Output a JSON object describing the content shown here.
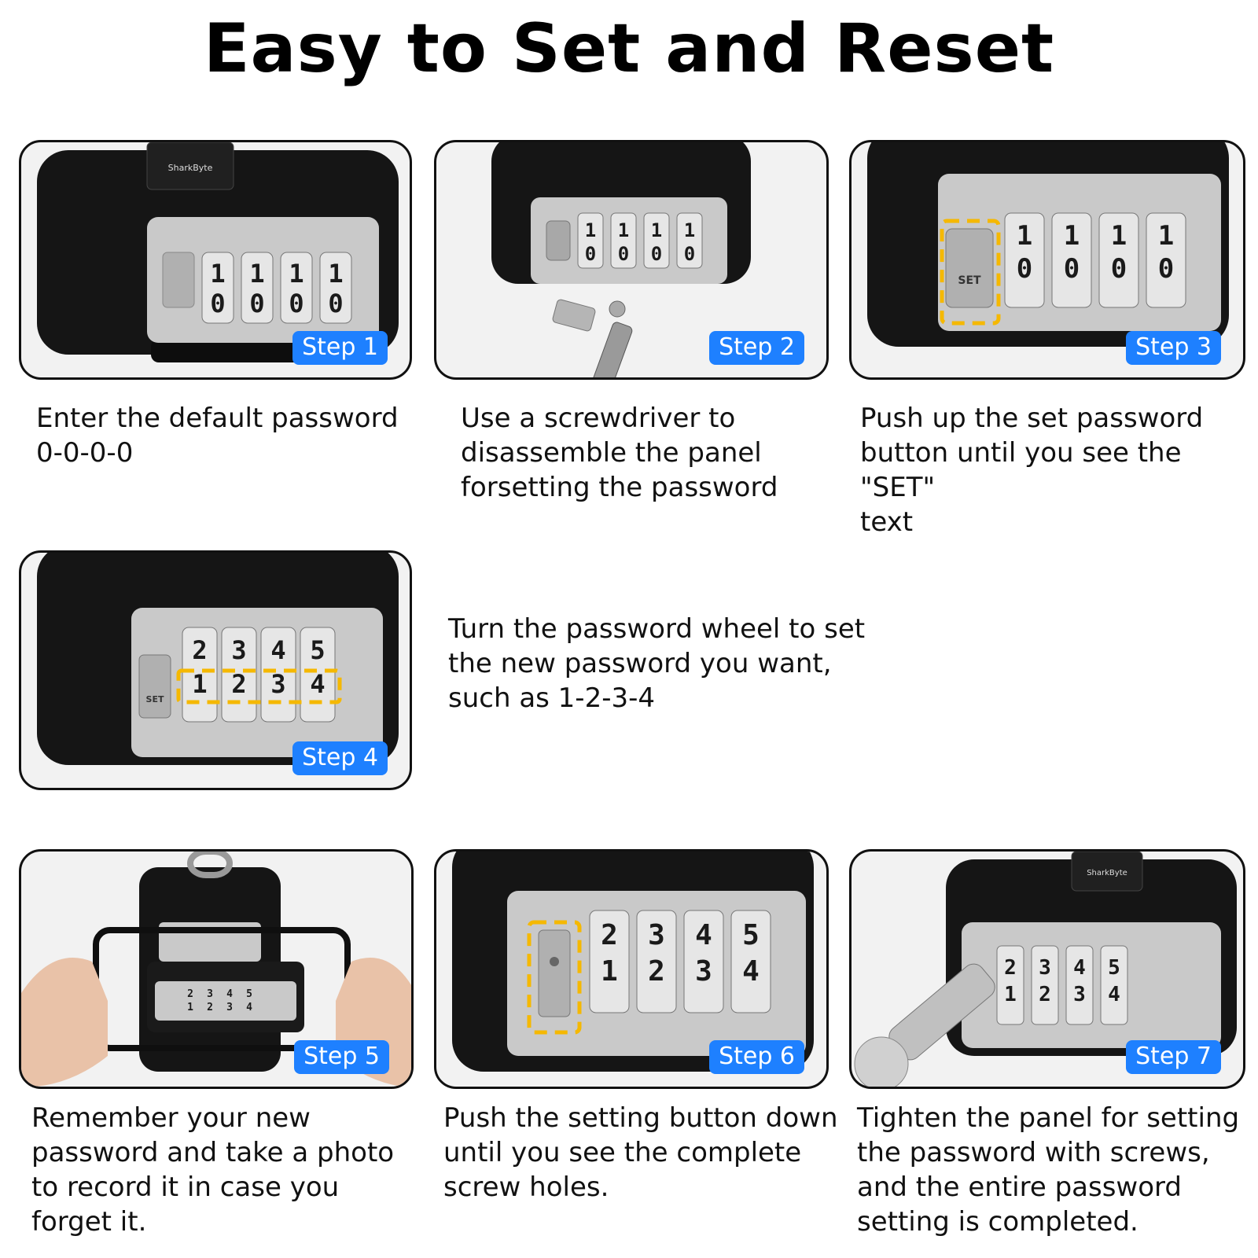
{
  "title": "Easy to Set and Reset",
  "brand_logo_text": "SharkByte",
  "colors": {
    "badge": "#1e80ff",
    "highlight": "#f5b800",
    "lock_body": "#111111",
    "panel": "#c9c9c9"
  },
  "steps": [
    {
      "badge": "Step 1",
      "text": "Enter the default password\n0-0-0-0",
      "wheels": [
        "1",
        "1",
        "1",
        "1"
      ],
      "wheels_low": [
        "0",
        "0",
        "0",
        "0"
      ]
    },
    {
      "badge": "Step 2",
      "text": "Use a screwdriver to\ndisassemble the panel\nforsetting the password",
      "wheels": [
        "1",
        "1",
        "1",
        "1"
      ],
      "wheels_low": [
        "0",
        "0",
        "0",
        "0"
      ]
    },
    {
      "badge": "Step 3",
      "text": "Push up the set password\nbutton until you see the \"SET\"\ntext",
      "wheels": [
        "1",
        "1",
        "1",
        "1"
      ],
      "wheels_low": [
        "0",
        "0",
        "0",
        "0"
      ],
      "set_label": "SET"
    },
    {
      "badge": "Step 4",
      "text": "Turn the password wheel to set\nthe new password you want,\nsuch as 1-2-3-4",
      "wheels": [
        "2",
        "3",
        "4",
        "5"
      ],
      "wheels_low": [
        "1",
        "2",
        "3",
        "4"
      ],
      "set_label": "SET"
    },
    {
      "badge": "Step 5",
      "text": "Remember your new\npassword and take a photo\nto record it in case you\nforget it.",
      "wheels": [
        "2",
        "3",
        "4",
        "5"
      ],
      "wheels_low": [
        "1",
        "2",
        "3",
        "4"
      ]
    },
    {
      "badge": "Step 6",
      "text": "Push the setting button down\nuntil you see the complete\nscrew holes.",
      "wheels": [
        "2",
        "3",
        "4",
        "5"
      ],
      "wheels_low": [
        "1",
        "2",
        "3",
        "4"
      ]
    },
    {
      "badge": "Step 7",
      "text": "Tighten the panel for setting\nthe password with screws,\nand the entire password\nsetting is completed.",
      "wheels": [
        "2",
        "3",
        "4",
        "5"
      ],
      "wheels_low": [
        "1",
        "2",
        "3",
        "4"
      ]
    }
  ]
}
